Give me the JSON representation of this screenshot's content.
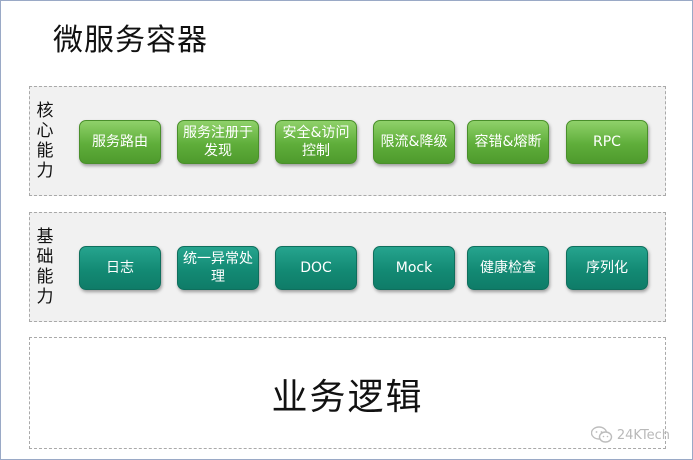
{
  "title": "微服务容器",
  "core": {
    "label": "核心能力",
    "items": [
      "服务路由",
      "服务注册于发现",
      "安全&访问控制",
      "限流&降级",
      "容错&熔断",
      "RPC"
    ]
  },
  "base": {
    "label": "基础能力",
    "items": [
      "日志",
      "统一异常处理",
      "DOC",
      "Mock",
      "健康检查",
      "序列化"
    ]
  },
  "business": {
    "label": "业务逻辑"
  },
  "watermark": {
    "text": "24KTech",
    "icon": "wechat-icon"
  },
  "colors": {
    "core_chip": "#5fae3a",
    "base_chip": "#138a74",
    "panel_bg": "#f1f1f1",
    "border": "#a9a9a9"
  }
}
